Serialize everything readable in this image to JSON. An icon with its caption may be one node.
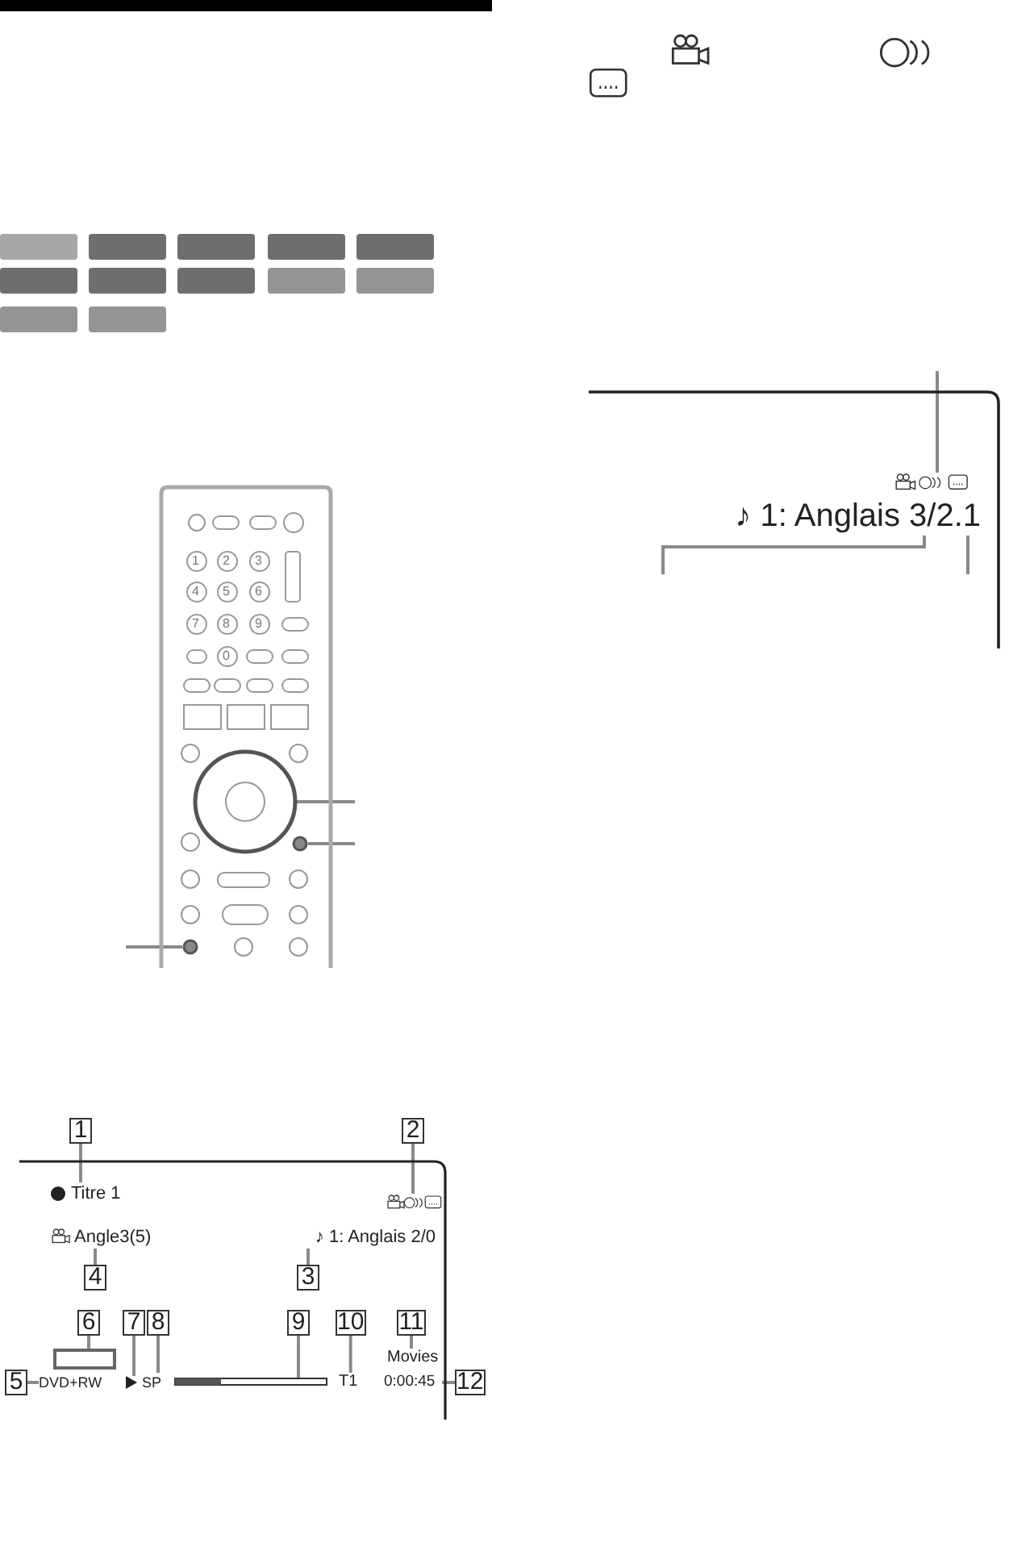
{
  "diagram": {
    "nodes": [
      {
        "text": [
          "1"
        ]
      },
      {
        "text": [
          "2"
        ]
      },
      {
        "text": [
          "3"
        ]
      },
      {
        "text": [
          "4"
        ]
      },
      {
        "text": [
          "5"
        ]
      },
      {
        "text": [
          "6"
        ]
      },
      {
        "text": [
          "7"
        ]
      },
      {
        "text": [
          "8"
        ]
      },
      {
        "text": [
          "9"
        ]
      },
      {
        "text": [
          "10"
        ]
      },
      {
        "text": [
          "11"
        ]
      },
      {
        "text": [
          "12"
        ]
      },
      {
        "text": [
          "Titre 1"
        ]
      },
      {
        "text": [],
        "shape": "icon"
      },
      {
        "text": [
          "Angle3(5)"
        ]
      },
      {
        "text": [
          "♪ 1: Anglais 2/0"
        ]
      },
      {
        "text": [
          "DVD+RW"
        ]
      },
      {
        "text": [],
        "shape": "box"
      },
      {
        "text": [],
        "shape": "triangle"
      },
      {
        "text": [
          "SP"
        ]
      },
      {
        "text": [],
        "shape": "bar"
      },
      {
        "text": [
          "T1"
        ]
      },
      {
        "text": [
          "Movies"
        ]
      },
      {
        "text": [
          "0:00:45"
        ]
      },
      {
        "text": [
          "♪ 1: Anglais 3/2.1"
        ]
      },
      {
        "text": [],
        "shape": "icon"
      },
      {
        "text": [],
        "shape": "circle"
      },
      {
        "text": [],
        "shape": "circle"
      },
      {
        "text": [],
        "shape": "circle"
      }
    ],
    "edges": [
      {
        "from": 0,
        "to": 12,
        "arrow": "none"
      },
      {
        "from": 1,
        "to": 13,
        "arrow": "none"
      },
      {
        "from": 2,
        "to": 15,
        "arrow": "none"
      },
      {
        "from": 3,
        "to": 14,
        "arrow": "none"
      },
      {
        "from": 4,
        "to": 16,
        "arrow": "none"
      },
      {
        "from": 5,
        "to": 17,
        "arrow": "none"
      },
      {
        "from": 6,
        "to": 18,
        "arrow": "none"
      },
      {
        "from": 7,
        "to": 19,
        "arrow": "none"
      },
      {
        "from": 8,
        "to": 20,
        "arrow": "none"
      },
      {
        "from": 9,
        "to": 21,
        "arrow": "none"
      },
      {
        "from": 10,
        "to": 22,
        "arrow": "none"
      },
      {
        "from": 11,
        "to": 23,
        "arrow": "none"
      },
      {
        "from": null,
        "to": 25,
        "arrow": "none"
      },
      {
        "from": null,
        "to": 24,
        "arrow": "none"
      },
      {
        "from": null,
        "to": 24,
        "arrow": "none"
      },
      {
        "from": null,
        "to": 26,
        "arrow": "none"
      },
      {
        "from": null,
        "to": 27,
        "arrow": "none"
      },
      {
        "from": null,
        "to": 28,
        "arrow": "none"
      }
    ],
    "labels": [
      "1",
      "2",
      "3",
      "4",
      "5",
      "6",
      "7",
      "8",
      "9",
      "0"
    ]
  }
}
